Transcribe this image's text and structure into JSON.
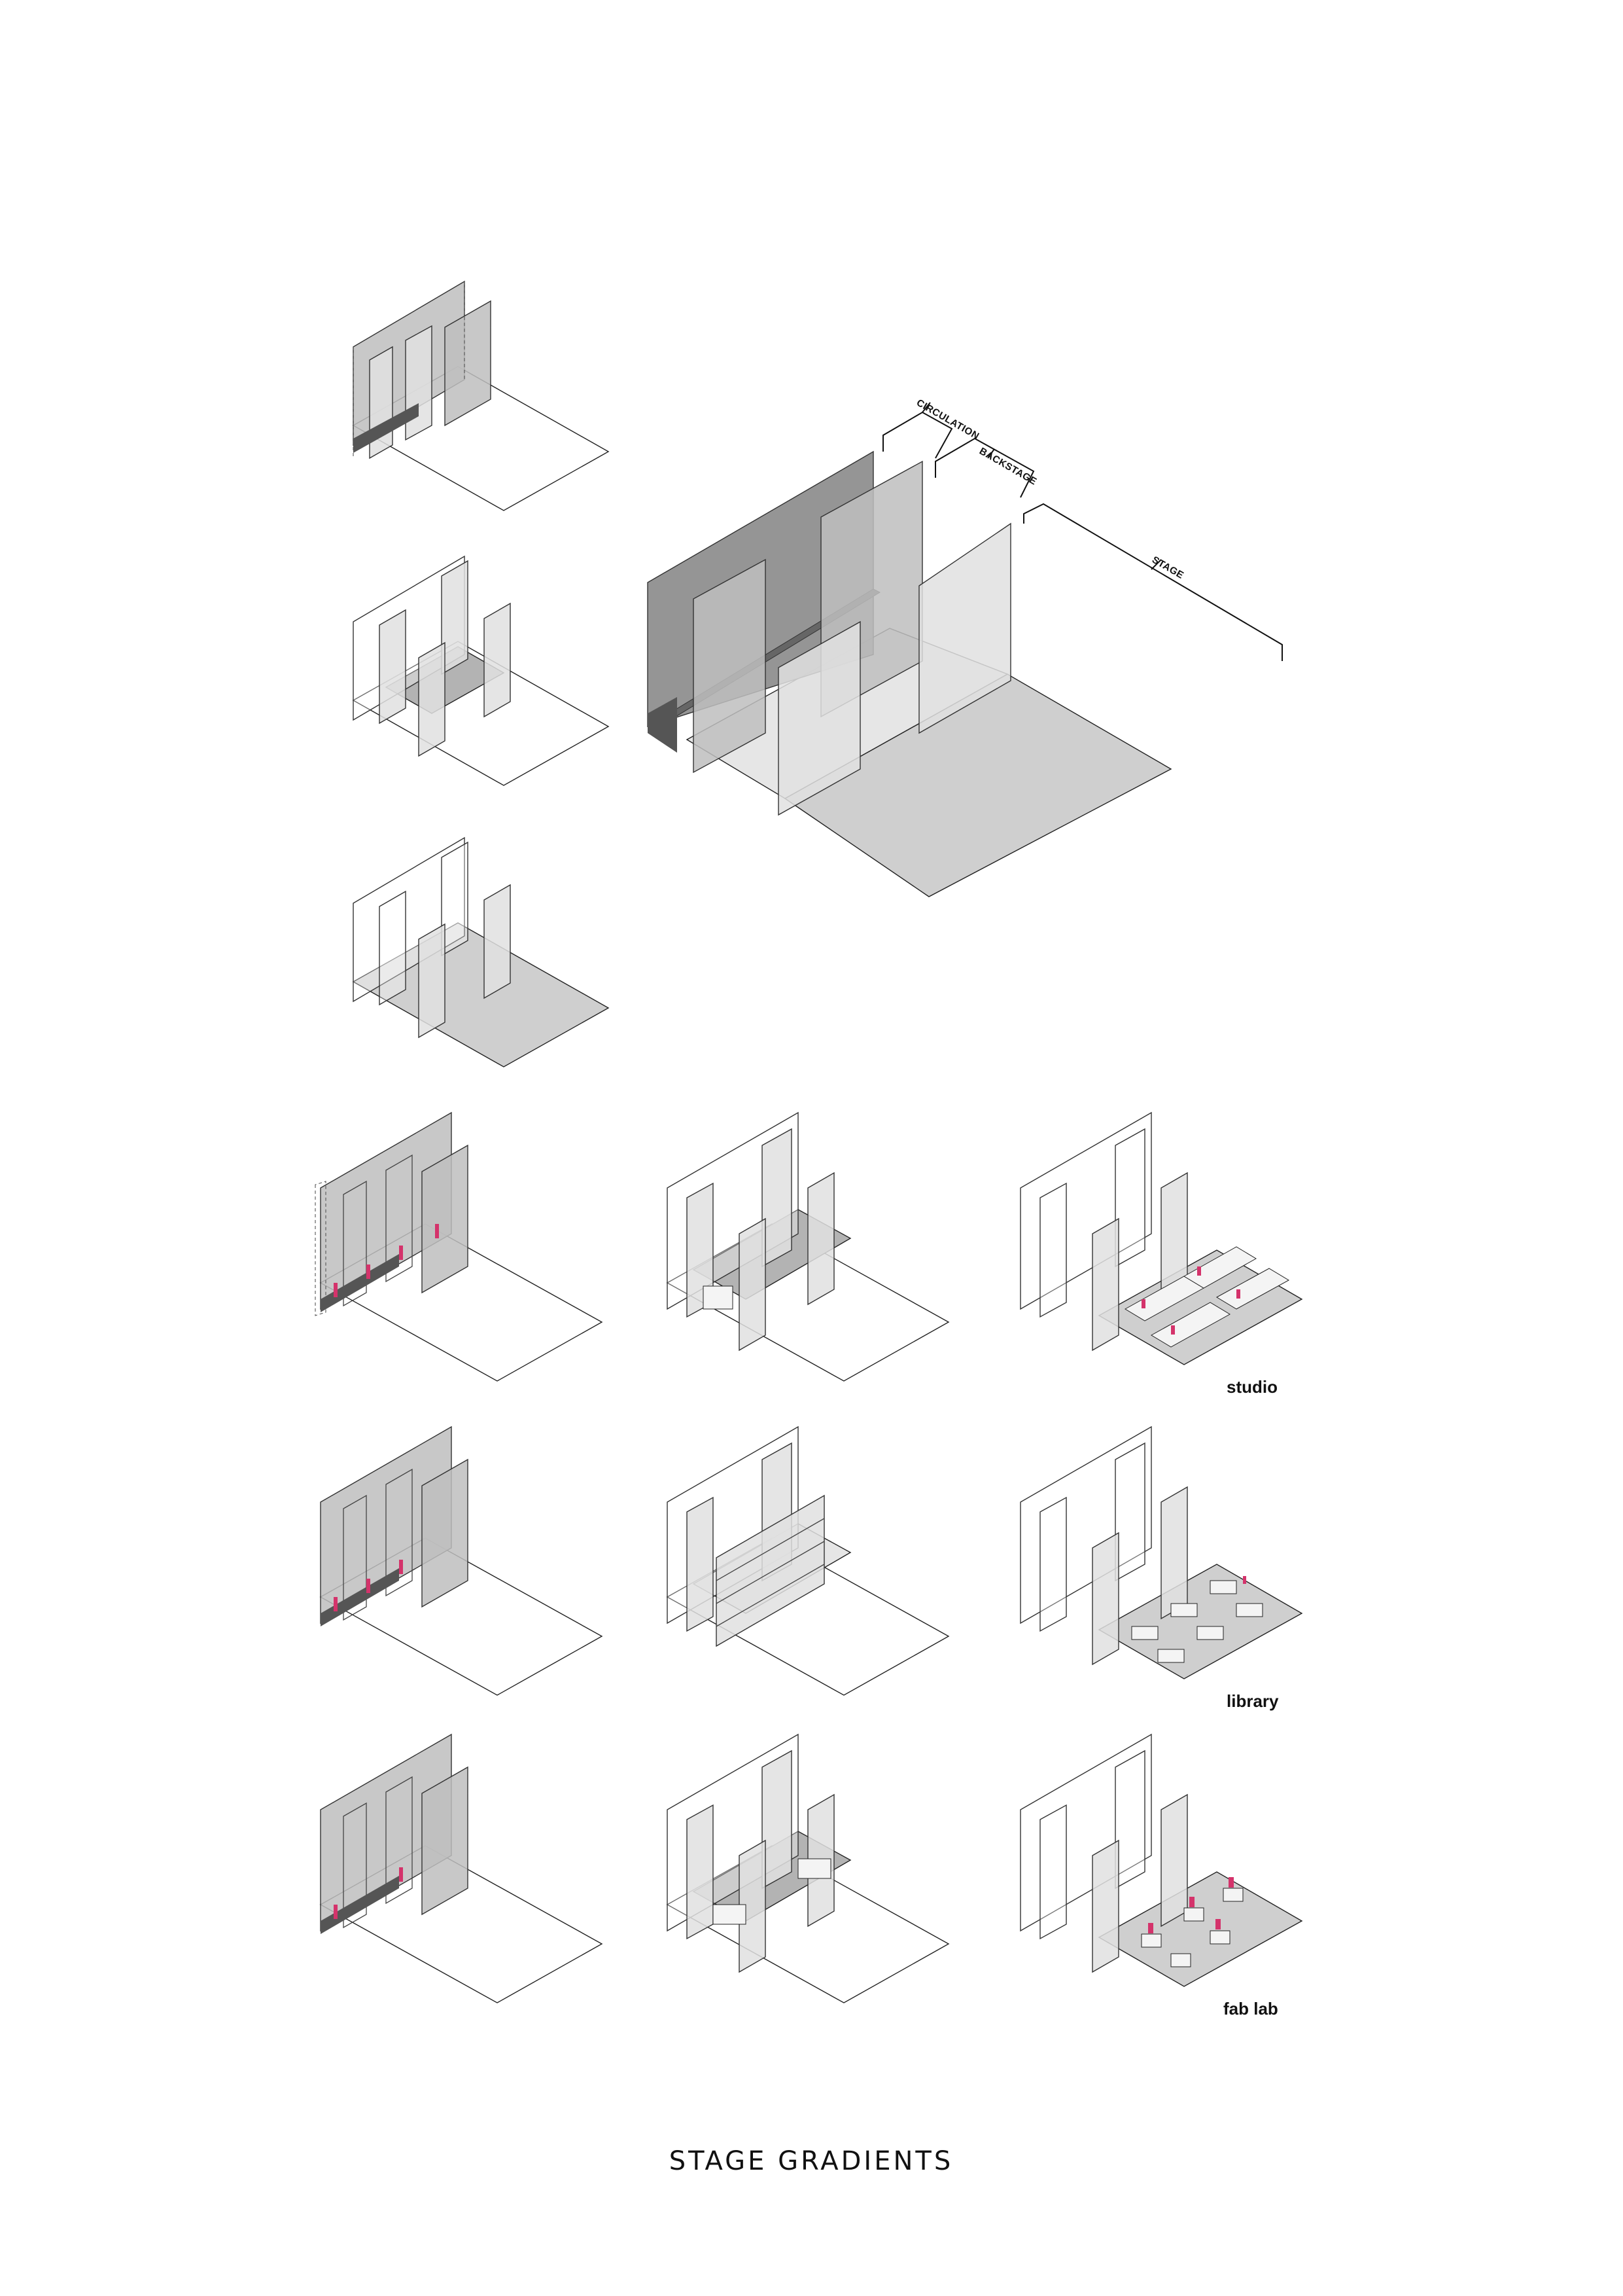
{
  "title": "STAGE GRADIENTS",
  "zones": [
    "CIRCULATION",
    "BACKSTAGE",
    "STAGE"
  ],
  "program_rows": [
    {
      "label": "studio"
    },
    {
      "label": "library"
    },
    {
      "label": "fab lab"
    }
  ],
  "colors": {
    "accent": "#d4336b",
    "dark_grey": "#8c8c8c",
    "mid_grey": "#bebebe",
    "light_grey": "#e1e1e1",
    "line": "#222222"
  }
}
